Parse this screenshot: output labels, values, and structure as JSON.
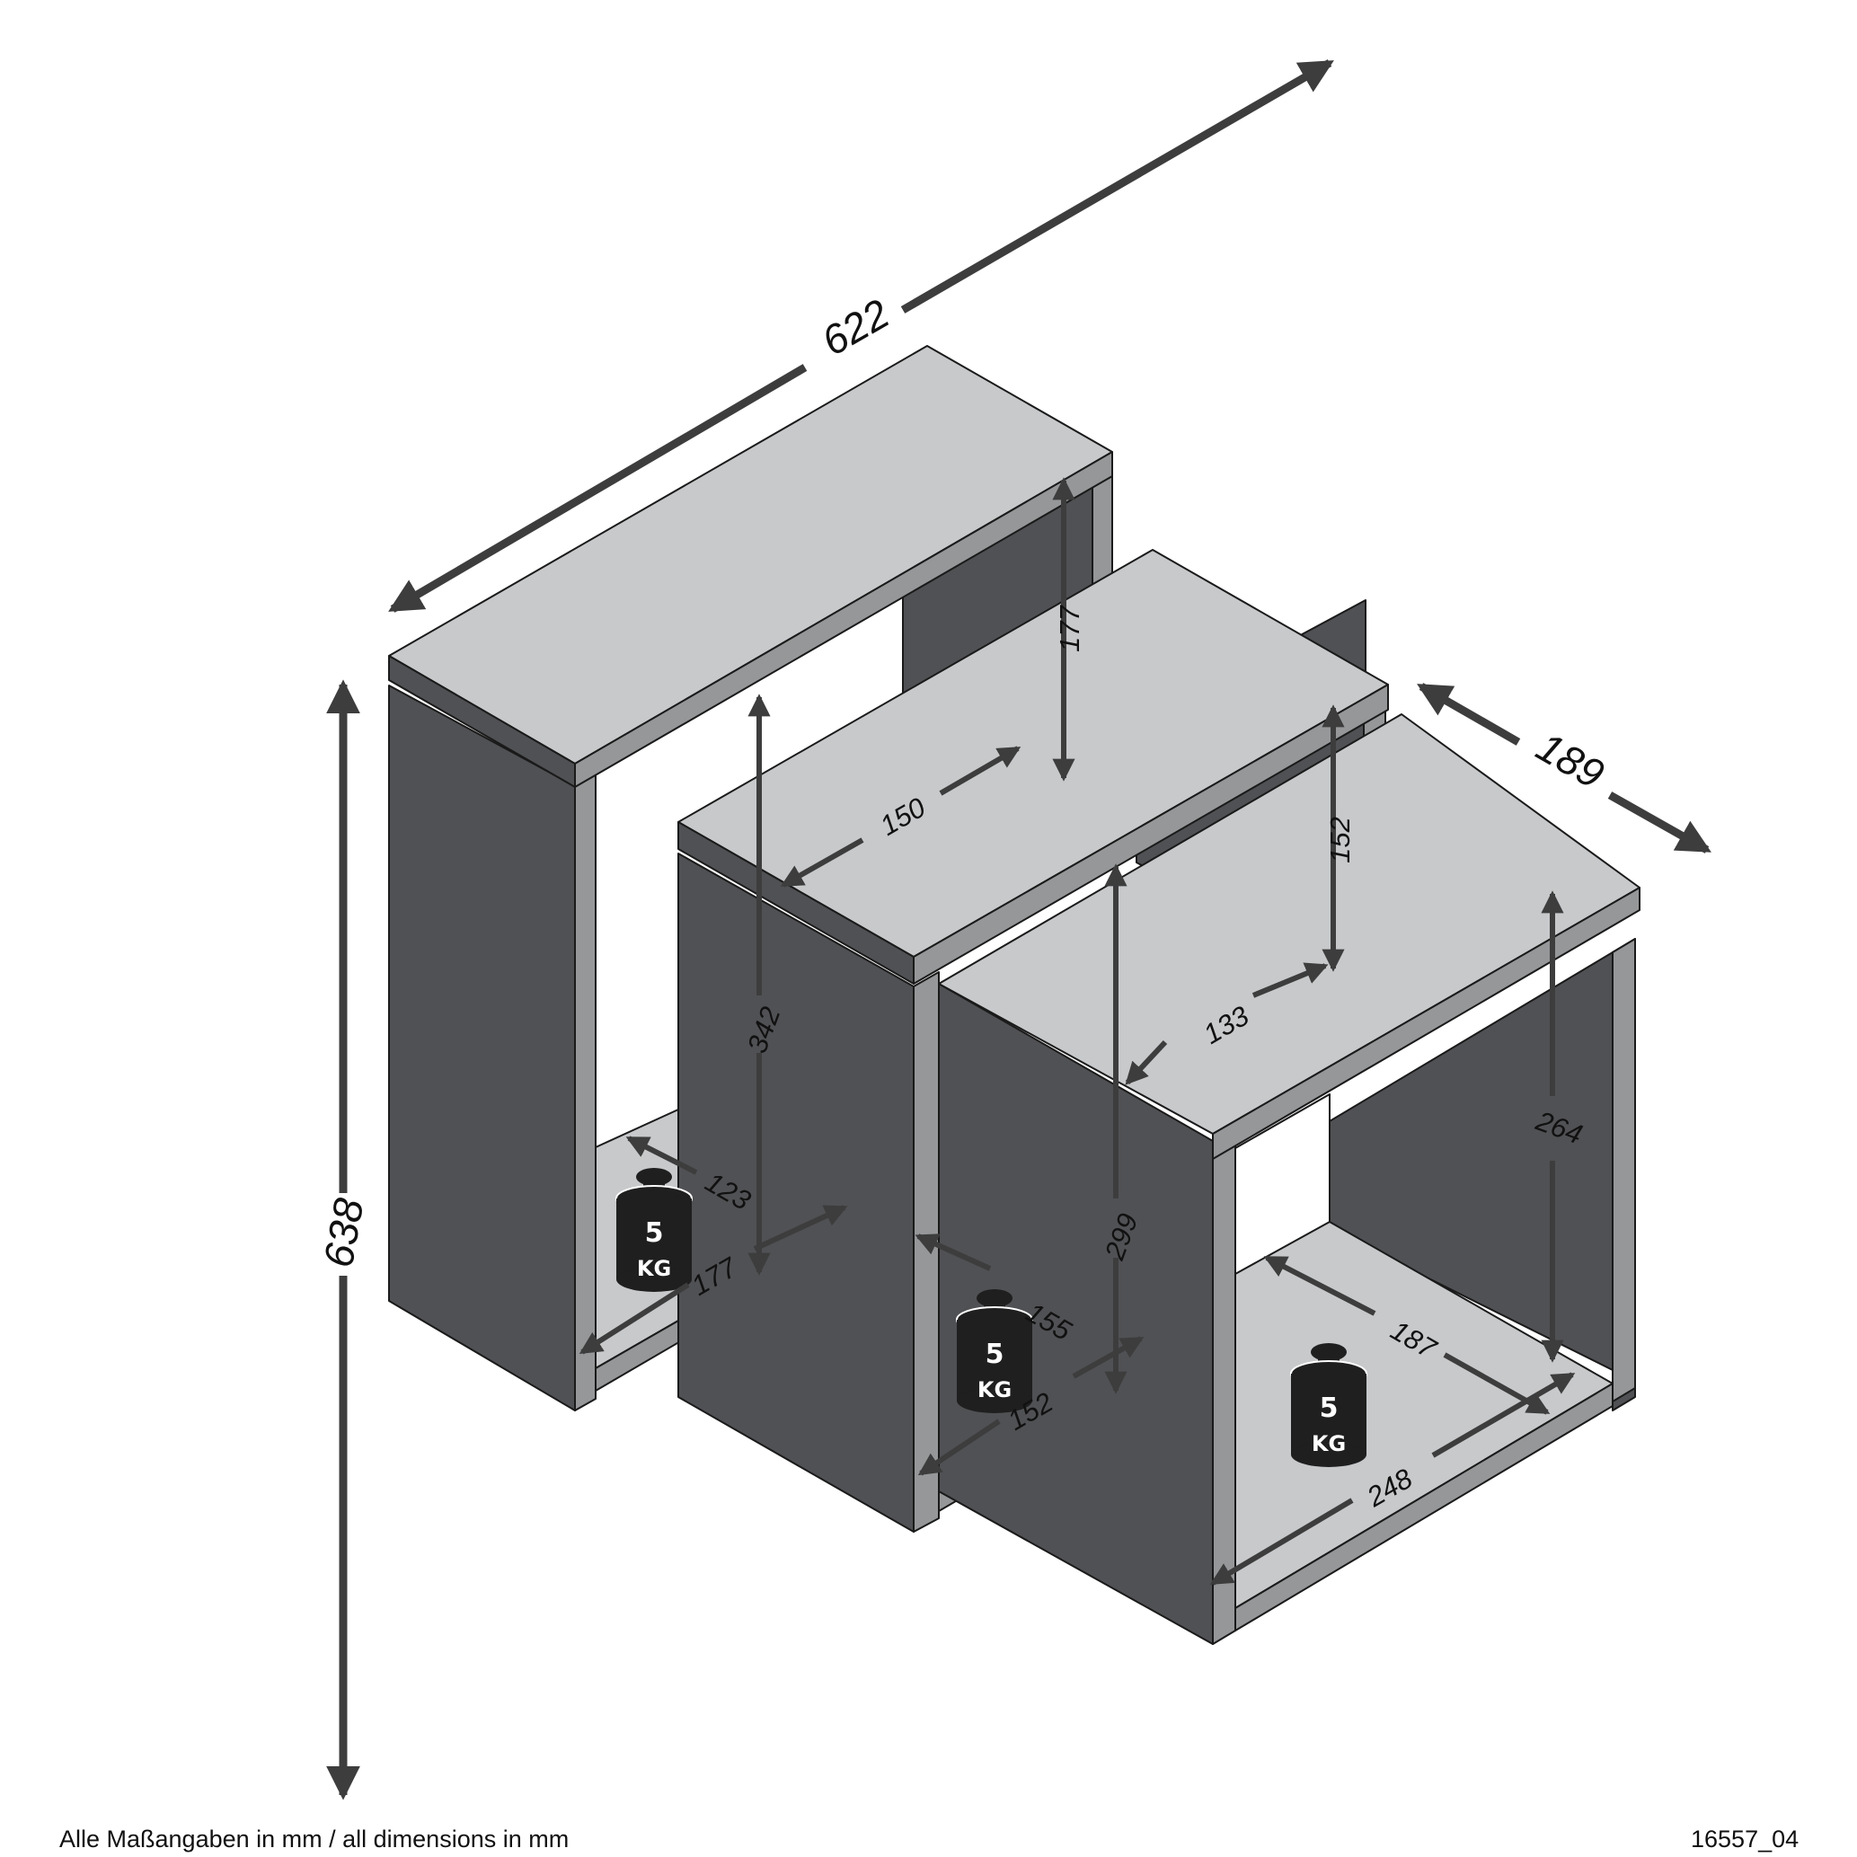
{
  "colors": {
    "top_face": "#c7c9cb",
    "side_face": "#505154",
    "edge_face": "#959799",
    "weight": "#1f1f1f",
    "arrow": "#3d3d3d"
  },
  "overall": {
    "width": "622",
    "height": "638",
    "depth": "189"
  },
  "inner": {
    "top_section_height": "177",
    "mid_section_height": "152",
    "left_opening_height": "342",
    "middle_opening_height": "299",
    "right_opening_height": "264",
    "mid_top_width": "150",
    "right_top_width": "133",
    "left_shelf_depth": "123",
    "left_shelf_width": "177",
    "middle_shelf_depth": "155",
    "middle_shelf_width": "152",
    "right_shelf_depth": "187",
    "right_shelf_width": "248"
  },
  "weights": [
    {
      "value": "5",
      "unit": "KG"
    },
    {
      "value": "5",
      "unit": "KG"
    },
    {
      "value": "5",
      "unit": "KG"
    }
  ],
  "footer": {
    "note": "Alle Maßangaben in mm / all dimensions in mm",
    "code": "16557_04"
  }
}
